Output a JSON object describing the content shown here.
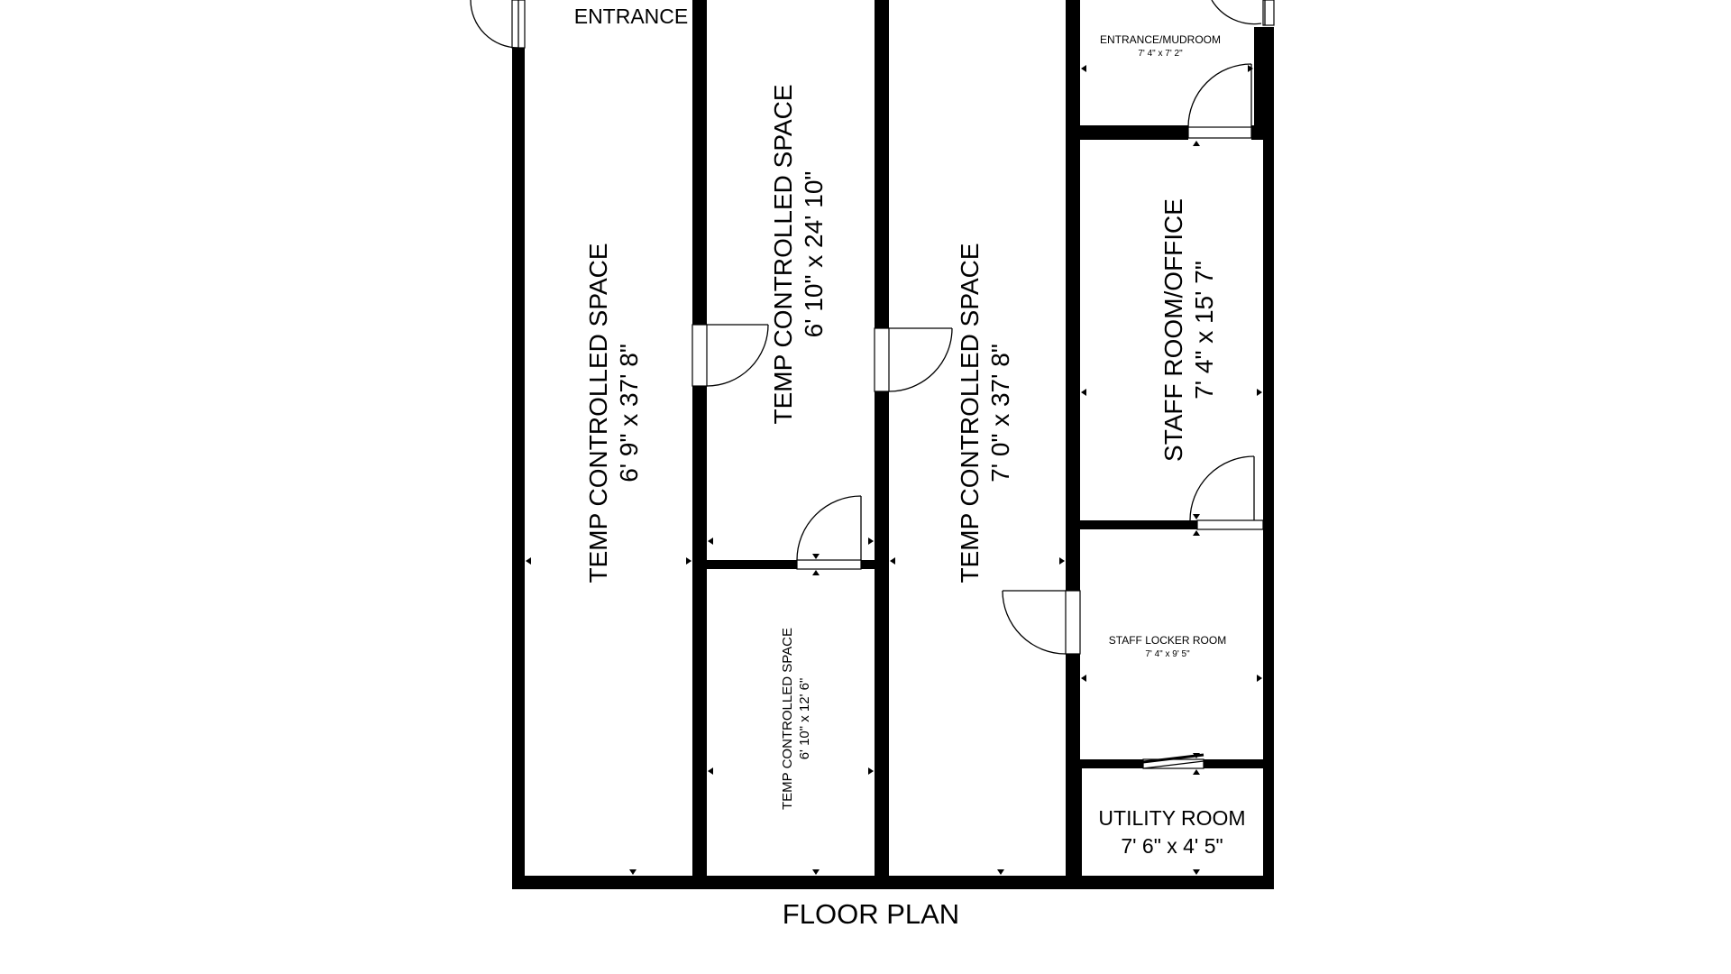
{
  "title": "FLOOR PLAN",
  "rooms": {
    "entrance": {
      "name": "ENTRANCE"
    },
    "temp_left": {
      "name": "TEMP CONTROLLED SPACE",
      "size": "6' 9\" x 37' 8\""
    },
    "temp_mid_top": {
      "name": "TEMP CONTROLLED SPACE",
      "size": "6' 10\" x 24' 10\""
    },
    "temp_mid_bottom": {
      "name": "TEMP CONTROLLED SPACE",
      "size": "6' 10\" x 12' 6\""
    },
    "temp_right": {
      "name": "TEMP CONTROLLED SPACE",
      "size": "7' 0\" x 37' 8\""
    },
    "mudroom": {
      "name": "ENTRANCE/MUDROOM",
      "size": "7' 4\" x 7' 2\""
    },
    "staff_office": {
      "name": "STAFF ROOM/OFFICE",
      "size": "7' 4\" x 15' 7\""
    },
    "locker": {
      "name": "STAFF LOCKER ROOM",
      "size": "7' 4\" x 9' 5\""
    },
    "utility": {
      "name": "UTILITY ROOM",
      "size": "7' 6\" x 4' 5\""
    }
  },
  "colors": {
    "wall": "#000000",
    "background": "#ffffff"
  }
}
